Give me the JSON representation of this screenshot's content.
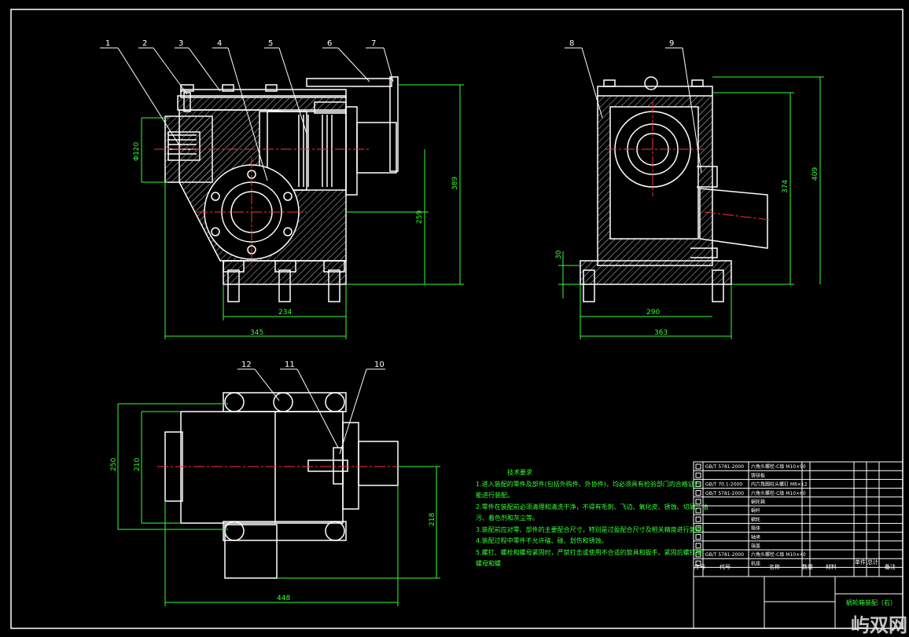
{
  "colors": {
    "outline": "#ffffff",
    "dim": "#33ff33",
    "center": "#ff3333",
    "bg": "#000000",
    "hatch": "#c8c8c8"
  },
  "balloons": [
    "1",
    "2",
    "3",
    "4",
    "5",
    "6",
    "7",
    "8",
    "9",
    "10",
    "11",
    "12"
  ],
  "dimensions": {
    "front": {
      "d_width_base": "234",
      "d_width_total": "345",
      "d_h_center": "259",
      "d_h_total": "389",
      "d_bore": "Φ120"
    },
    "side": {
      "d_w_inner": "290",
      "d_w_total": "363",
      "d_h_feet": "30",
      "d_h_mid": "374",
      "d_h_total": "409"
    },
    "top": {
      "d_h_outer": "250",
      "d_h_inner": "210",
      "d_h_right": "218",
      "d_w_total": "448"
    }
  },
  "notes": {
    "title": "技术要求",
    "lines": [
      "1.进入装配的零件及部件(包括外购件、外协件)，均必须具有检验部门的合格证方",
      "   能进行装配。",
      "2.零件在装配前必须清理和清洗干净，不得有毛刺、飞边、氧化皮、锈蚀、切屑、油",
      "   污、着色剂和灰尘等。",
      "3.装配前应对零、部件的主要配合尺寸，特别是过盈配合尺寸及相关精度进行复查。",
      "4.装配过程中零件不允许磕、碰、划伤和锈蚀。",
      "5.螺钉、螺栓和螺母紧固时，严禁打击或使用不合适的旋具和扳手。紧固后螺钉槽、",
      "   螺母和螺"
    ]
  },
  "title_block": {
    "rows": [
      "GB/T 5781-2000",
      "",
      "GB/T 70.1-2000",
      "GB/T 5781-2000",
      "",
      "",
      "",
      "",
      "",
      "",
      "GB/T 5781-2000"
    ],
    "names": [
      "六角头螺栓-C级 M10×90",
      "铸铁板",
      "内六角圆柱头螺钉 M6×12",
      "六角头螺栓-C级 M10×60",
      "蜗轮箱",
      "蜗杆",
      "蜗轮",
      "箱体",
      "轴承",
      "端盖",
      "六角头螺栓-C级 M10×40",
      "机座"
    ],
    "header": [
      "序号",
      "代号",
      "名称",
      "数量",
      "材料",
      "单件",
      "总计",
      "备注"
    ],
    "drawing_title": "蜗轮箱装配（右）"
  },
  "watermark": "屿双网"
}
